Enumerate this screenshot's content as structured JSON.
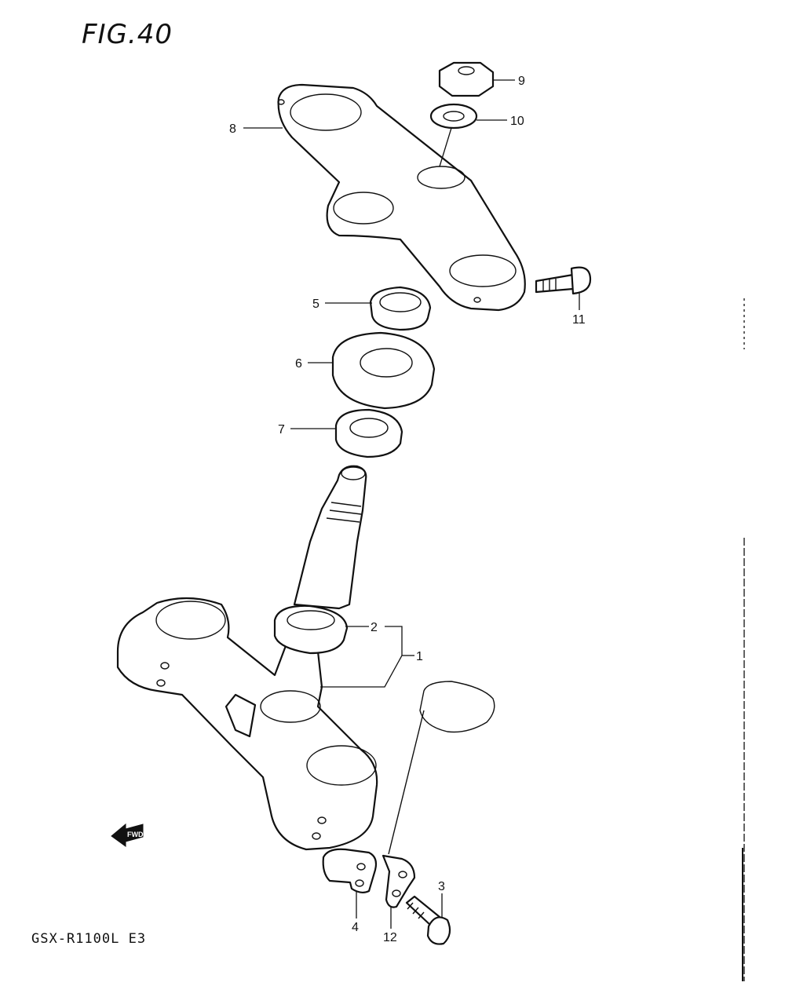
{
  "figure_title": "FIG.40",
  "model_label": "GSX-R1100L E3",
  "fwd_label": "FWD",
  "callouts": {
    "c1": "1",
    "c2": "2",
    "c3": "3",
    "c4": "4",
    "c5": "5",
    "c6": "6",
    "c7": "7",
    "c8": "8",
    "c9": "9",
    "c10": "10",
    "c11": "11",
    "c12": "12"
  }
}
